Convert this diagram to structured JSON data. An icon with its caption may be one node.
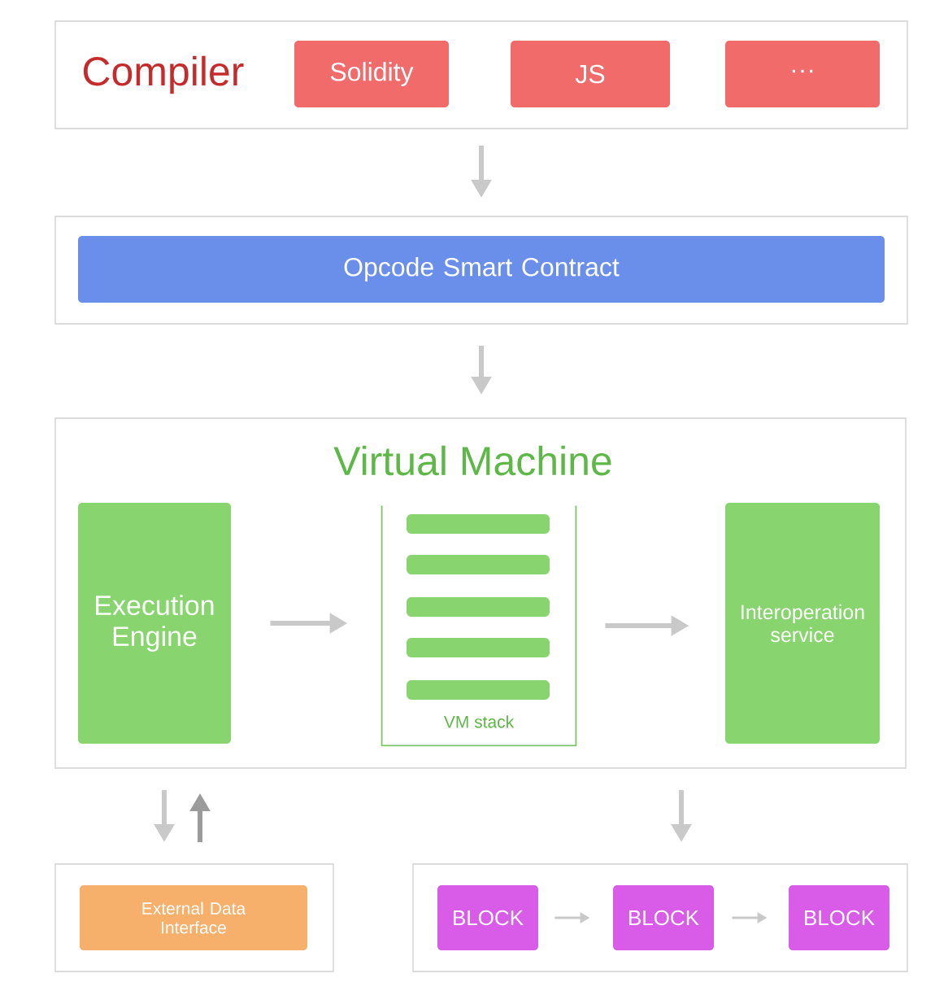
{
  "diagram": {
    "nodes": [
      {
        "text": [
          "Compiler"
        ]
      },
      {
        "text": [
          "Solidity"
        ],
        "in": 0
      },
      {
        "text": [
          "JS"
        ],
        "in": 0
      },
      {
        "text": [
          "···"
        ],
        "in": 0
      },
      {
        "text": [],
        "shape": "box"
      },
      {
        "text": [
          "Opcode Smart Contract"
        ],
        "in": 4
      },
      {
        "text": [
          "Virtual Machine"
        ]
      },
      {
        "text": [
          "Execution Engine"
        ],
        "in": 6
      },
      {
        "text": [
          "VM stack"
        ],
        "in": 6
      },
      {
        "text": [
          "Interoperation service"
        ],
        "in": 6
      },
      {
        "text": [],
        "shape": "box"
      },
      {
        "text": [
          "External Data Interface"
        ],
        "in": 10
      },
      {
        "text": [],
        "shape": "box"
      },
      {
        "text": [
          "BLOCK"
        ],
        "in": 12
      },
      {
        "text": [
          "BLOCK"
        ],
        "in": 12
      },
      {
        "text": [
          "BLOCK"
        ],
        "in": 12
      }
    ],
    "edges": [
      {
        "from": 0,
        "to": 4,
        "arrow": "to"
      },
      {
        "from": 4,
        "to": 6,
        "arrow": "to"
      },
      {
        "from": 7,
        "to": 8,
        "arrow": "to"
      },
      {
        "from": 8,
        "to": 9,
        "arrow": "to"
      },
      {
        "from": 6,
        "to": 10,
        "arrow": "to"
      },
      {
        "from": 10,
        "to": 6,
        "arrow": "to",
        "color": "#9b9b9b"
      },
      {
        "from": 6,
        "to": 12,
        "arrow": "to"
      },
      {
        "from": 13,
        "to": 14,
        "arrow": "to"
      },
      {
        "from": 14,
        "to": 15,
        "arrow": "to"
      }
    ]
  }
}
